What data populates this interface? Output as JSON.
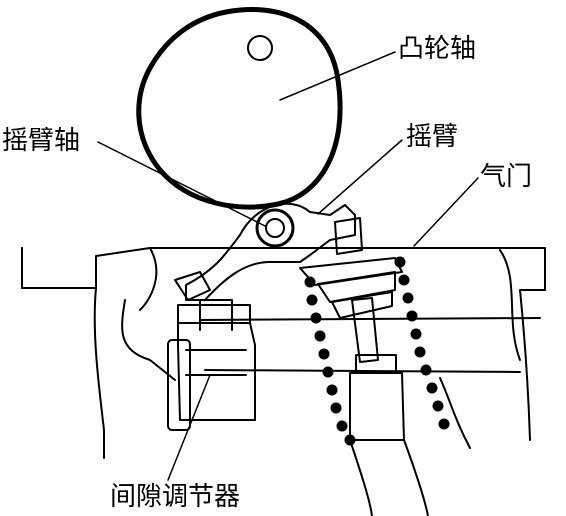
{
  "labels": {
    "camshaft": "凸轮轴",
    "rocker_shaft": "摇臂轴",
    "rocker_arm": "摇臂",
    "valve": "气门",
    "lash_adjuster": "间隙调节器"
  },
  "colors": {
    "line": "#000000",
    "background": "#ffffff"
  }
}
